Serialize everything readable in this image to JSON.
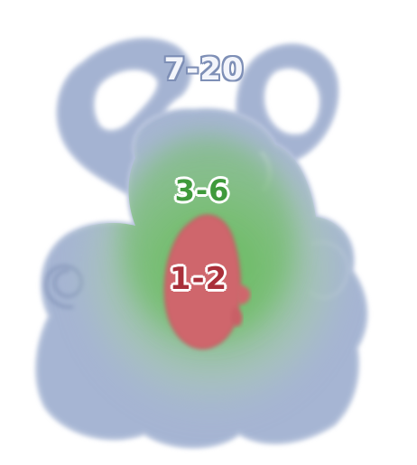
{
  "zones": {
    "outer": {
      "label": "7-20",
      "color": "#9fb0cf"
    },
    "middle": {
      "label": "3-6",
      "color": "#7fc27a"
    },
    "inner": {
      "label": "1-2",
      "color": "#d06a70"
    }
  }
}
